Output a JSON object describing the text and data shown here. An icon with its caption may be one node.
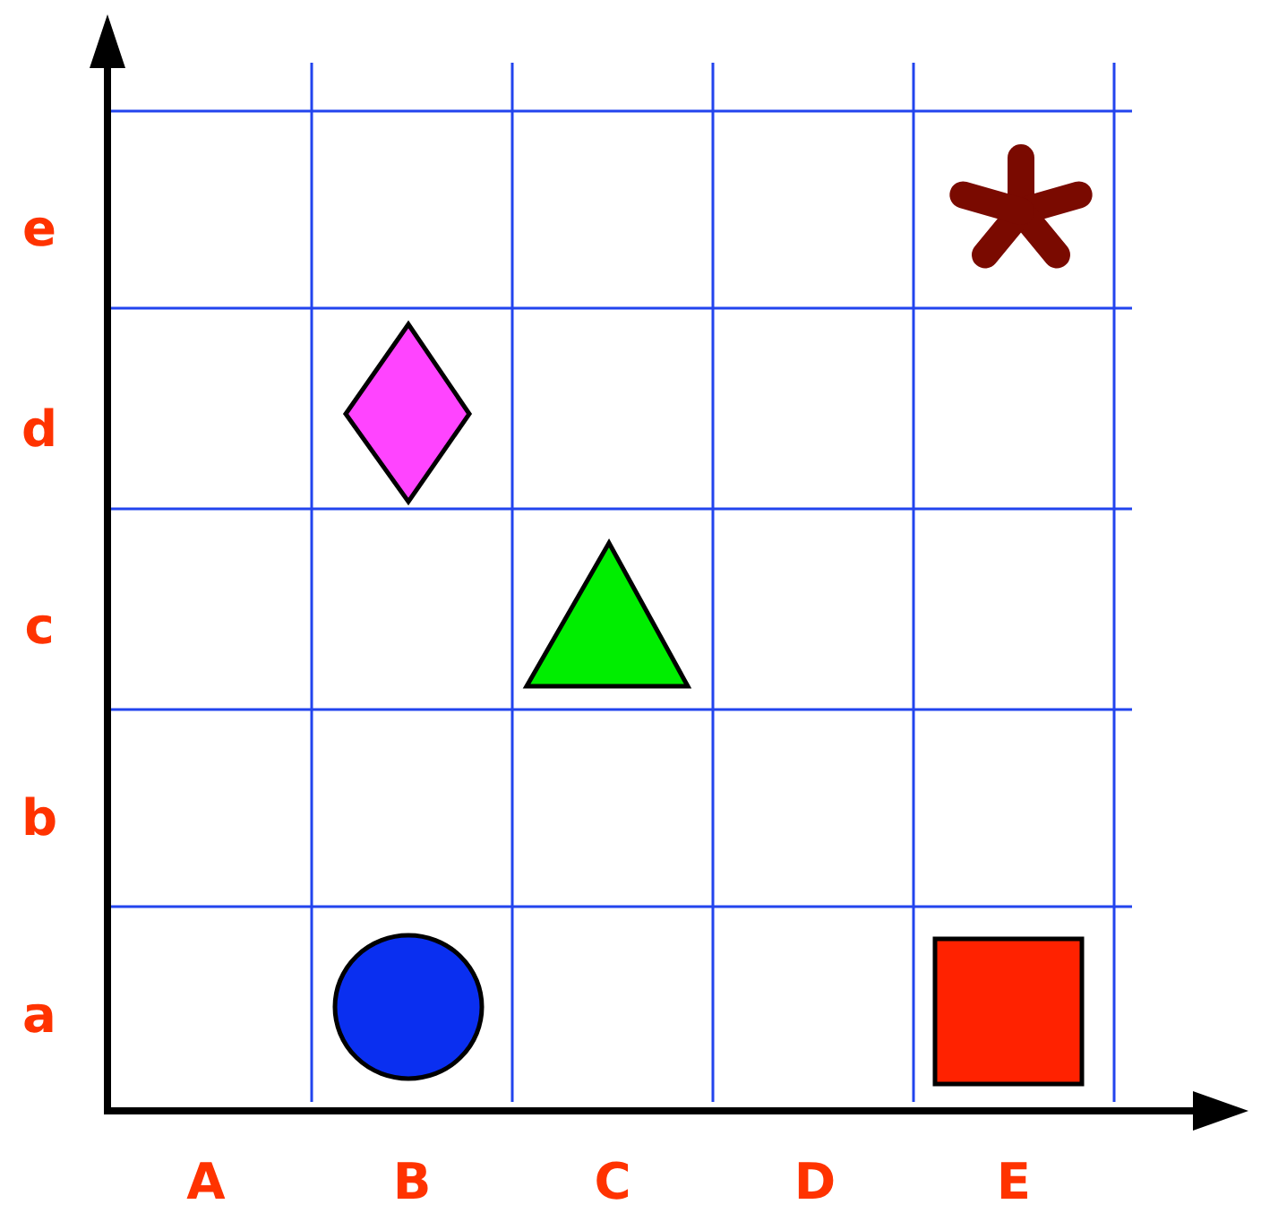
{
  "diagram": {
    "nodes": [
      {
        "text": [],
        "shape": "star"
      },
      {
        "text": [],
        "shape": "diamond"
      },
      {
        "text": [],
        "shape": "triangle"
      },
      {
        "text": [],
        "shape": "circle"
      },
      {
        "text": [],
        "shape": "box"
      }
    ],
    "labels": [
      "e",
      "d",
      "c",
      "b",
      "a",
      "A",
      "B",
      "C",
      "D",
      "E"
    ]
  }
}
